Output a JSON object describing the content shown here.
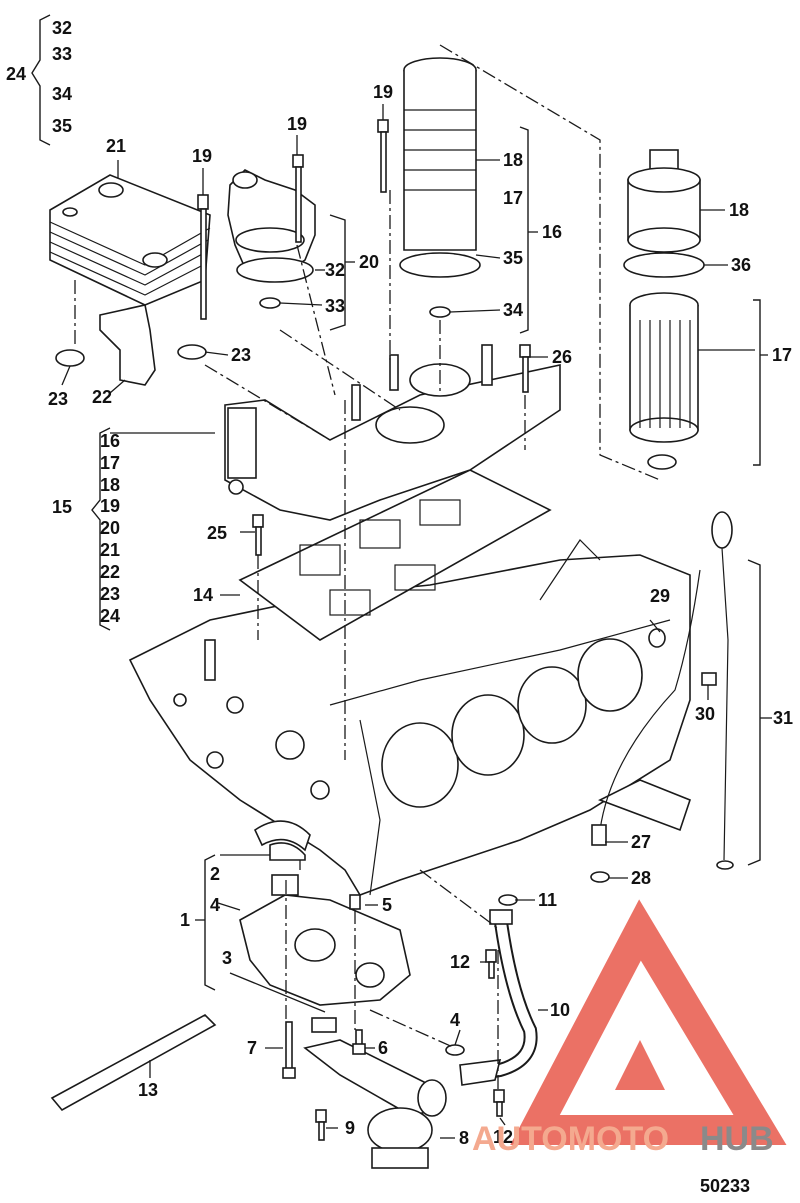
{
  "callouts": {
    "c1": "1",
    "c2": "2",
    "c3": "3",
    "c4a": "4",
    "c4b": "4",
    "c5": "5",
    "c6": "6",
    "c7": "7",
    "c8": "8",
    "c9": "9",
    "c10": "10",
    "c11": "11",
    "c12a": "12",
    "c12b": "12",
    "c13": "13",
    "c14": "14",
    "c15": "15",
    "c16": "16",
    "c17": "17",
    "c17b": "17",
    "c18": "18",
    "c18b": "18",
    "c19a": "19",
    "c19b": "19",
    "c19c": "19",
    "c20": "20",
    "c21": "21",
    "c22": "22",
    "c23a": "23",
    "c23b": "23",
    "c24": "24",
    "c25": "25",
    "c26": "26",
    "c27": "27",
    "c28": "28",
    "c29": "29",
    "c30": "30",
    "c31": "31",
    "c32": "32",
    "c33": "33",
    "c34": "34",
    "c35": "35",
    "c36": "36"
  },
  "group24": [
    "32",
    "33",
    "34",
    "35"
  ],
  "group15": [
    "16",
    "17",
    "18",
    "19",
    "20",
    "21",
    "22",
    "23",
    "24"
  ],
  "drawing_number": "50233",
  "watermark": {
    "auto": "AUTOMOTO",
    "hub": "HUB",
    "accent_color": "#e8584a",
    "gray_color": "#8a8a8a"
  }
}
